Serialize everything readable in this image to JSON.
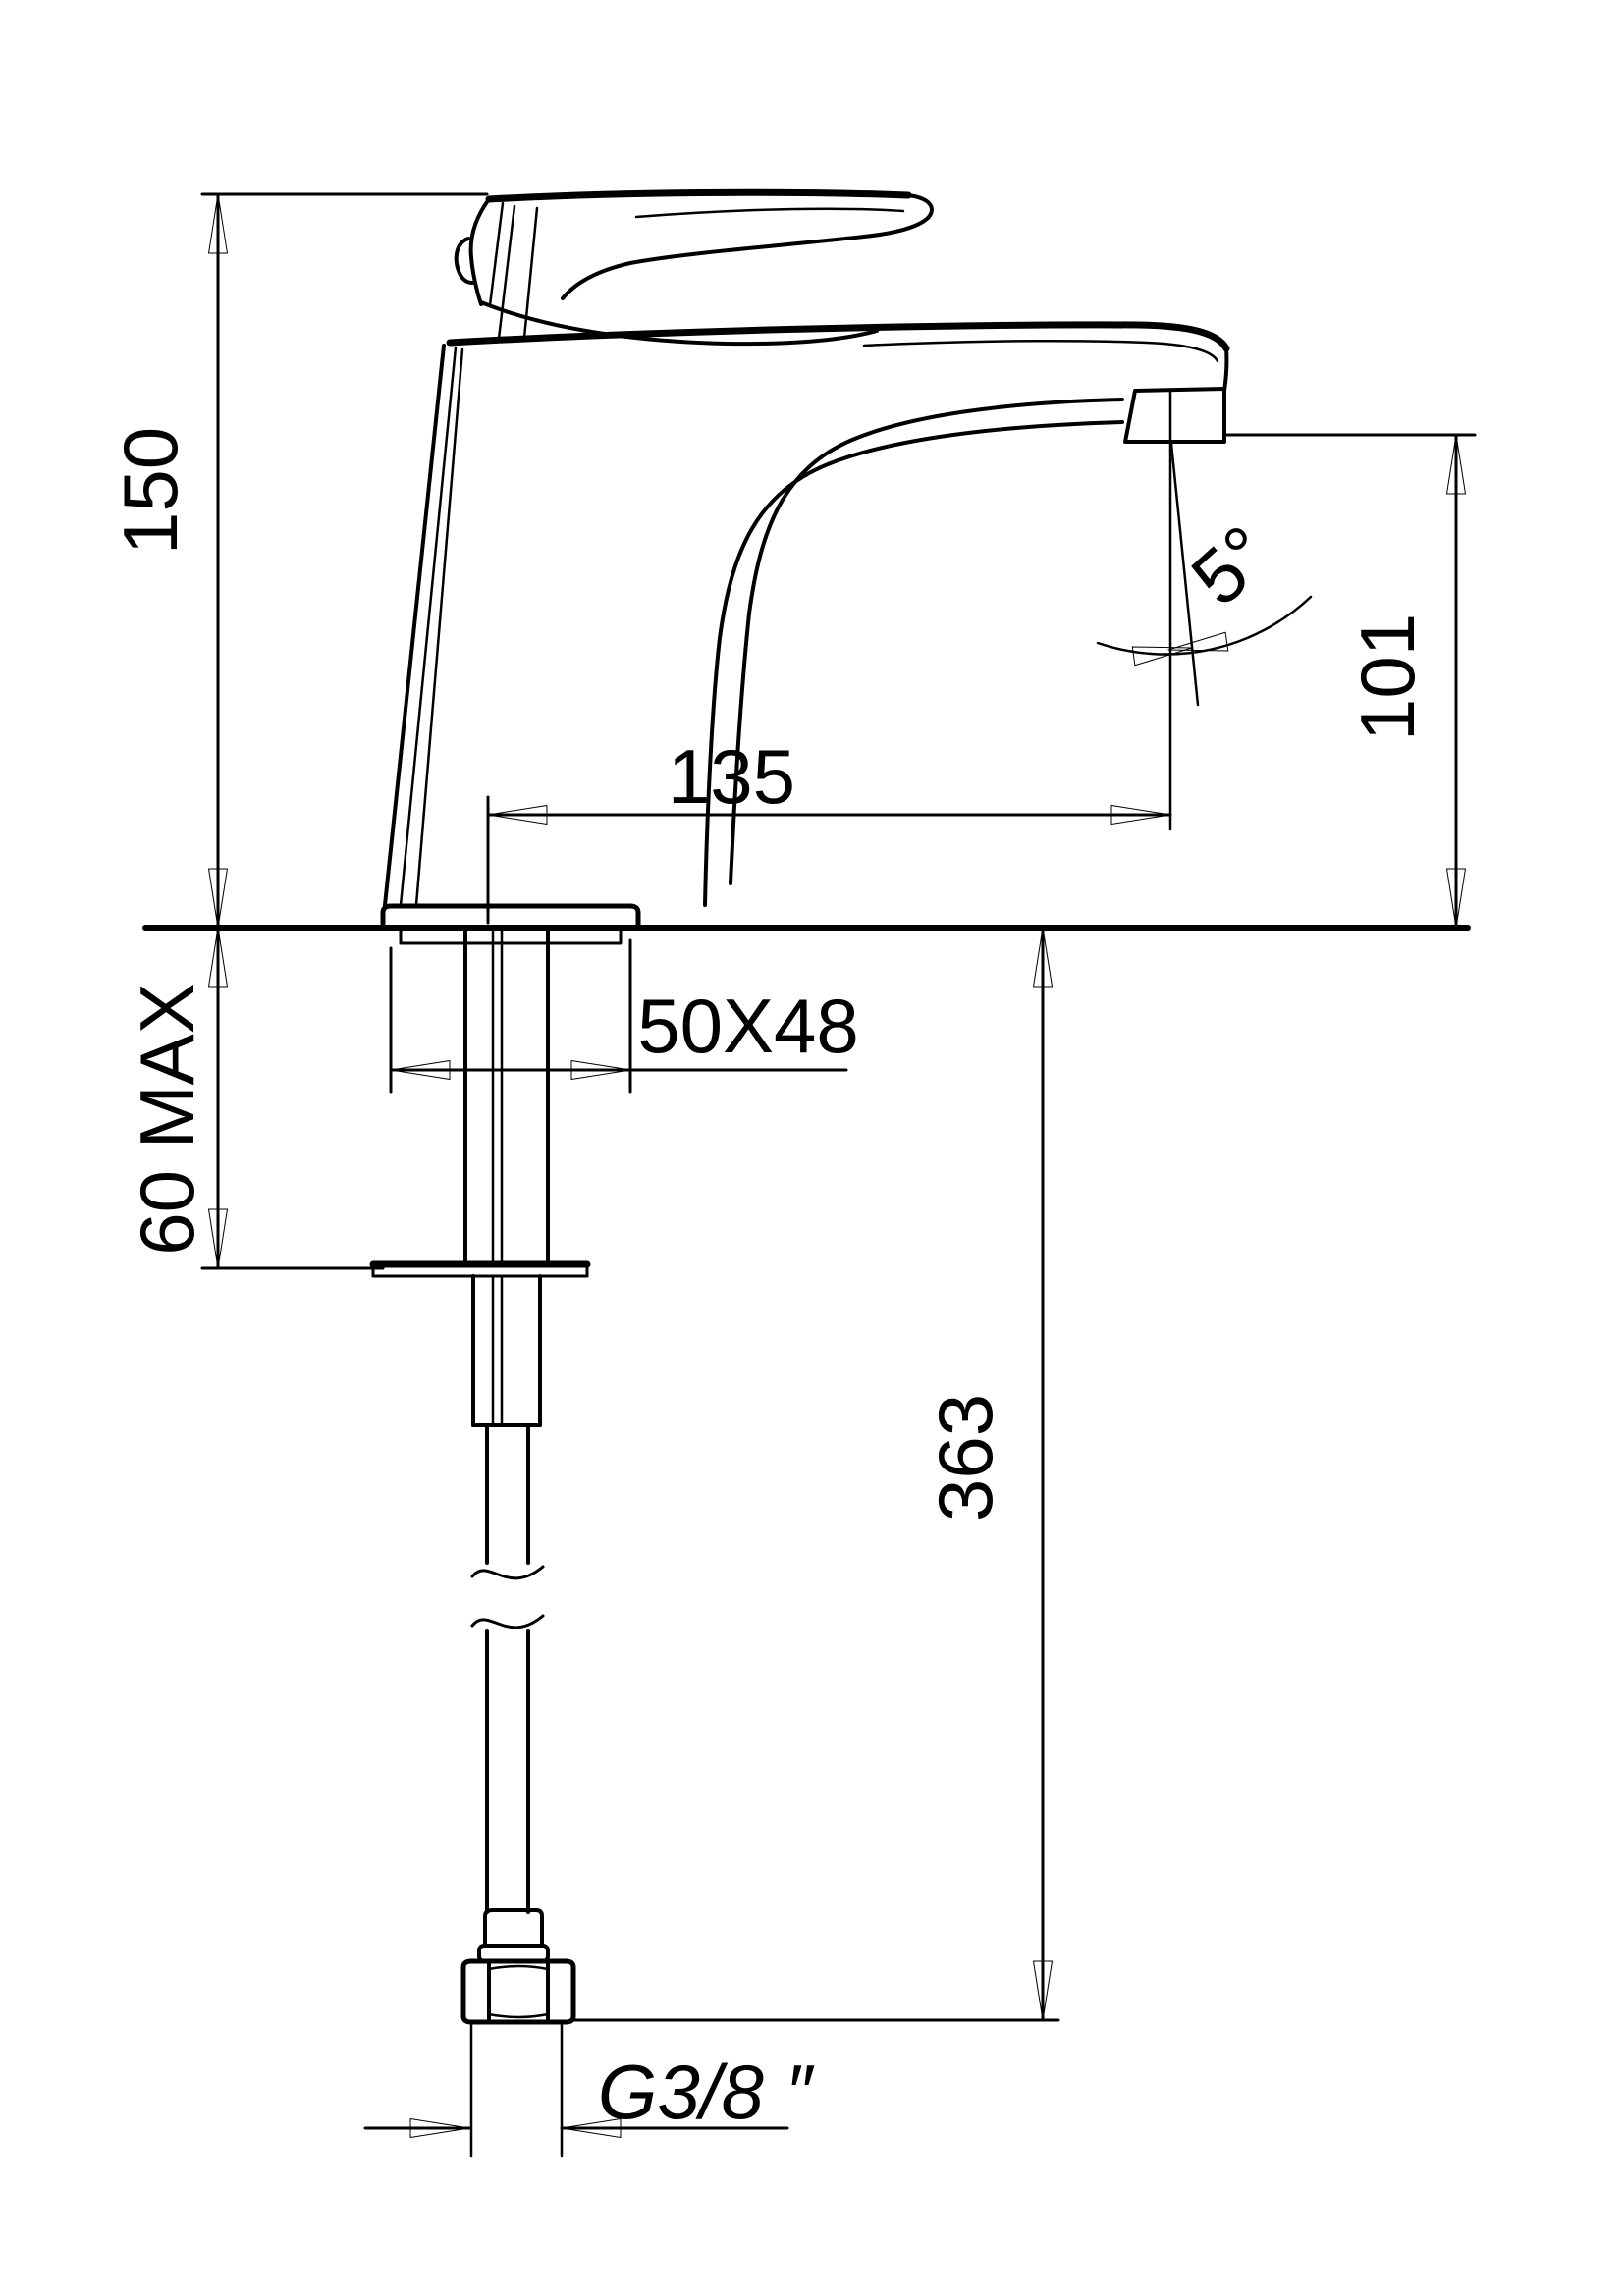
{
  "page": {
    "background": "#ffffff",
    "line_color": "#000000"
  },
  "drawing": {
    "kind": "faucet-installation-dimension-drawing",
    "units_implied": "mm",
    "labels": {
      "overall_height": "150",
      "spout_angle": "5°",
      "outlet_height": "101",
      "spout_reach": "135",
      "base_footprint": "50X48",
      "max_deck_thickness": "60 MAX",
      "below_deck_length": "363",
      "supply_thread": "G3/8 ″"
    }
  }
}
